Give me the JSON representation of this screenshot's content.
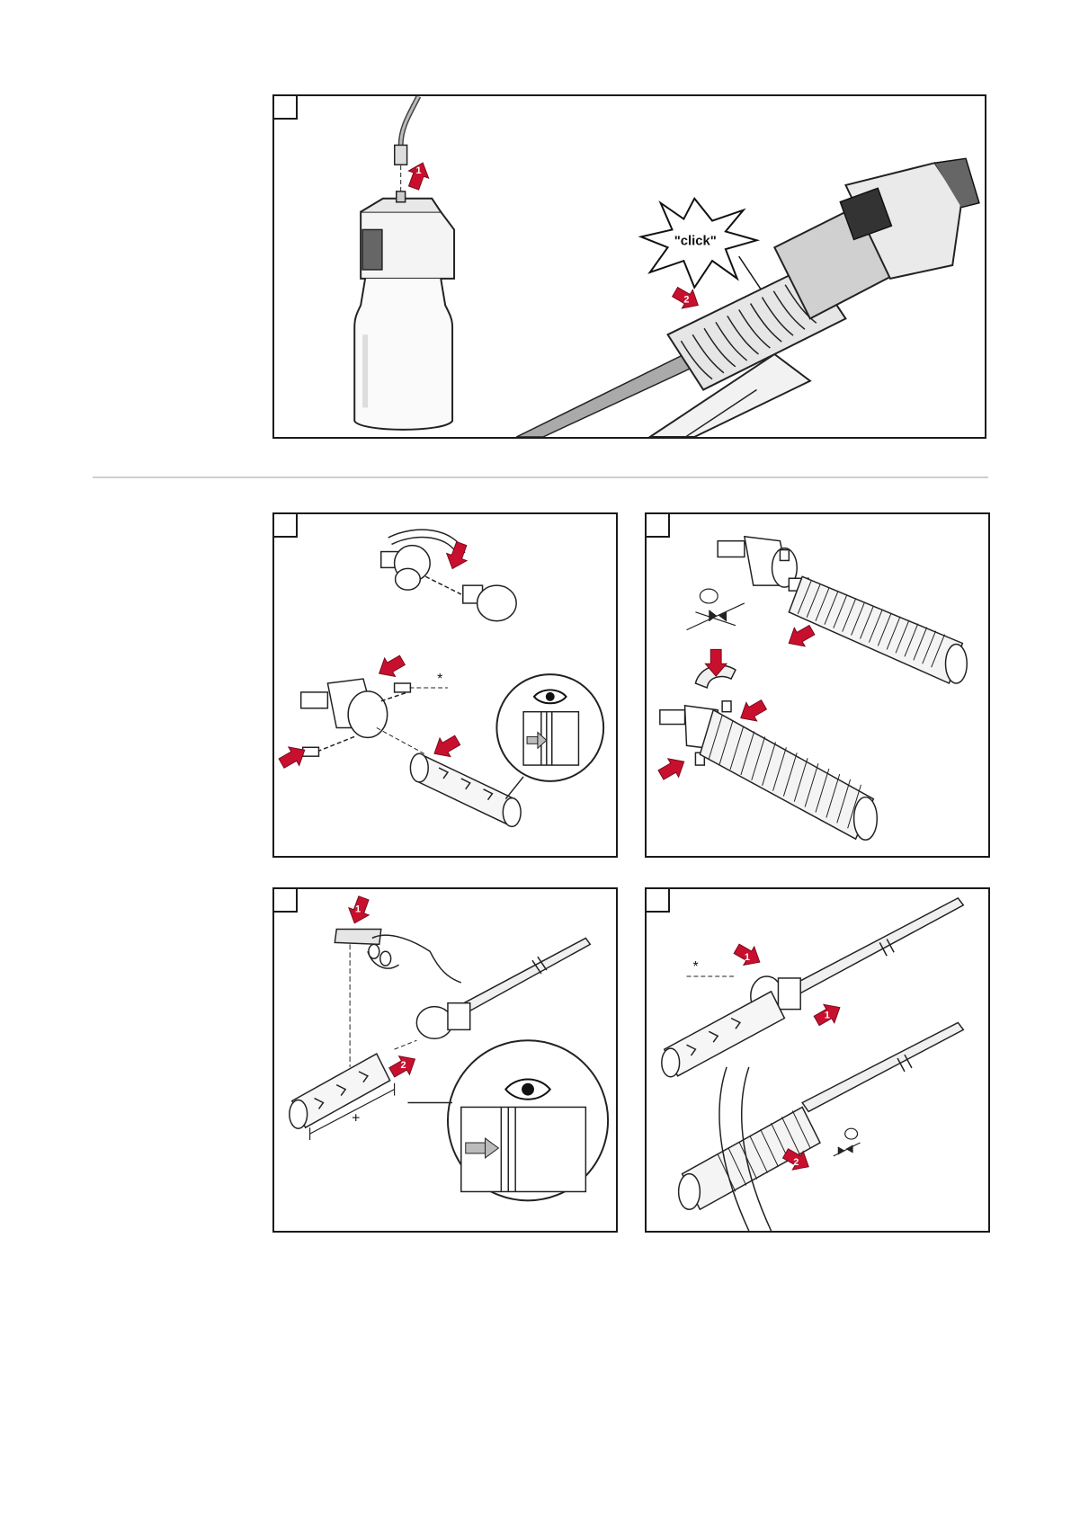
{
  "figures": [
    {
      "id": "fig-1",
      "callout": "\"click\"",
      "arrow_numbers": [
        "1",
        "2"
      ]
    },
    {
      "id": "fig-2",
      "marker": "*"
    },
    {
      "id": "fig-3"
    },
    {
      "id": "fig-4",
      "arrow_numbers": [
        "1",
        "2"
      ],
      "marker": "+"
    },
    {
      "id": "fig-5",
      "arrow_numbers": [
        "1",
        "1",
        "2"
      ],
      "marker": "*"
    }
  ],
  "colors": {
    "arrow": "#c8102e",
    "line": "#1a1a1a",
    "divider": "#cfcfcf"
  },
  "icons": [
    "eye-icon",
    "direction-arrow-icon",
    "red-arrow-icon",
    "starburst-icon"
  ]
}
